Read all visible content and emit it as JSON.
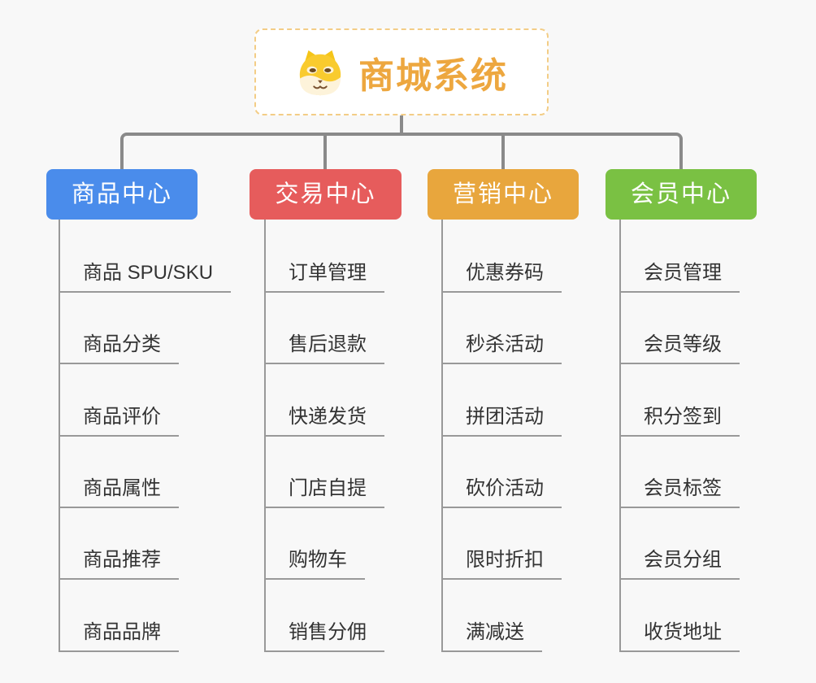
{
  "root": {
    "title": "商城系统",
    "icon": "doge-icon",
    "title_color": "#eda73f",
    "border_color": "#f3cd86"
  },
  "colors": {
    "background": "#f8f8f8",
    "connector": "#8a8a8a",
    "leaf_line": "#999999",
    "leaf_text": "#333333"
  },
  "branches": [
    {
      "label": "商品中心",
      "color": "#4a8ceb",
      "children": [
        "商品 SPU/SKU",
        "商品分类",
        "商品评价",
        "商品属性",
        "商品推荐",
        "商品品牌"
      ]
    },
    {
      "label": "交易中心",
      "color": "#e65c5c",
      "children": [
        "订单管理",
        "售后退款",
        "快递发货",
        "门店自提",
        "购物车",
        "销售分佣"
      ]
    },
    {
      "label": "营销中心",
      "color": "#e8a63d",
      "children": [
        "优惠券码",
        "秒杀活动",
        "拼团活动",
        "砍价活动",
        "限时折扣",
        "满减送"
      ]
    },
    {
      "label": "会员中心",
      "color": "#7ac143",
      "children": [
        "会员管理",
        "会员等级",
        "积分签到",
        "会员标签",
        "会员分组",
        "收货地址"
      ]
    }
  ]
}
